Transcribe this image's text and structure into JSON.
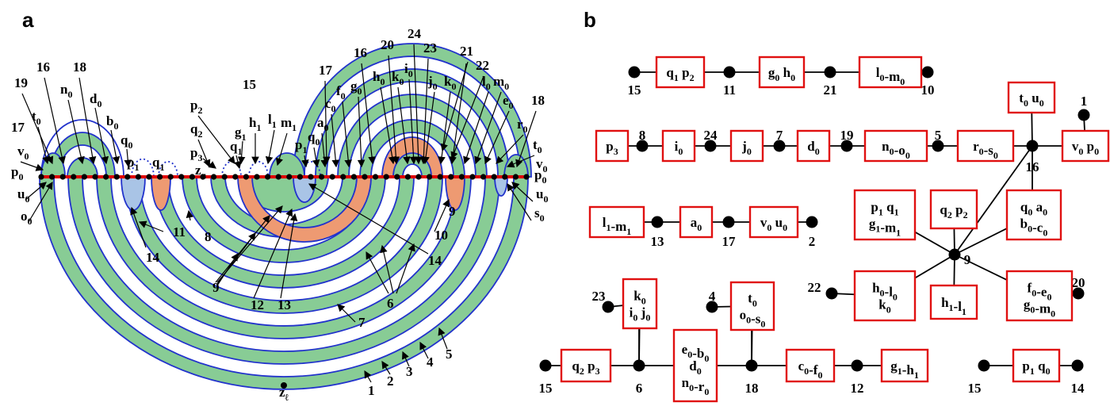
{
  "panels": [
    {
      "letter": "a"
    },
    {
      "letter": "b"
    }
  ],
  "colors": {
    "green": "#88cc95",
    "orange": "#ee9a72",
    "light_blue": "#a9c4e6",
    "arc_blue": "#2233cc",
    "axis_red": "#e00000",
    "box_red": "#e01010"
  },
  "panel_a": {
    "band_numbers": [
      "1",
      "2",
      "3",
      "4",
      "5",
      "6",
      "7",
      "8",
      "9",
      "10",
      "11",
      "12",
      "13",
      "14",
      "15",
      "16",
      "17",
      "18",
      "19",
      "20",
      "21",
      "22",
      "23",
      "24"
    ],
    "labels": [
      {
        "id": "19a",
        "main": "19"
      },
      {
        "id": "16a",
        "main": "16"
      },
      {
        "id": "18a",
        "main": "18"
      },
      {
        "id": "n0",
        "main": "n",
        "sub": "0"
      },
      {
        "id": "d0",
        "main": "d",
        "sub": "0"
      },
      {
        "id": "t0a",
        "main": "t",
        "sub": "0"
      },
      {
        "id": "b0",
        "main": "b",
        "sub": "0"
      },
      {
        "id": "q0a",
        "main": "q",
        "sub": "0"
      },
      {
        "id": "17a",
        "main": "17"
      },
      {
        "id": "v0a",
        "main": "v",
        "sub": "0"
      },
      {
        "id": "p0a",
        "main": "p",
        "sub": "0"
      },
      {
        "id": "u0a",
        "main": "u",
        "sub": "0"
      },
      {
        "id": "o0a",
        "main": "o",
        "sub": "0"
      },
      {
        "id": "p1a",
        "main": "p",
        "sub": "1"
      },
      {
        "id": "q1a",
        "main": "q",
        "sub": "1"
      },
      {
        "id": "p2",
        "main": "p",
        "sub": "2"
      },
      {
        "id": "q2",
        "main": "q",
        "sub": "2"
      },
      {
        "id": "p3",
        "main": "p",
        "sub": "3"
      },
      {
        "id": "zu",
        "main": "z",
        "sub": "u"
      },
      {
        "id": "15top",
        "main": "15"
      },
      {
        "id": "g1",
        "main": "g",
        "sub": "1"
      },
      {
        "id": "h1",
        "main": "h",
        "sub": "1"
      },
      {
        "id": "l1",
        "main": "l",
        "sub": "1"
      },
      {
        "id": "m1",
        "main": "m",
        "sub": "1"
      },
      {
        "id": "q1b",
        "main": "q",
        "sub": "1"
      },
      {
        "id": "p1b",
        "main": "p",
        "sub": "1"
      },
      {
        "id": "q0b",
        "main": "q",
        "sub": "0"
      },
      {
        "id": "a0",
        "main": "a",
        "sub": "0"
      },
      {
        "id": "c0",
        "main": "c",
        "sub": "0"
      },
      {
        "id": "f0",
        "main": "f",
        "sub": "0"
      },
      {
        "id": "g0",
        "main": "g",
        "sub": "0"
      },
      {
        "id": "h0",
        "main": "h",
        "sub": "0"
      },
      {
        "id": "k0",
        "main": "k",
        "sub": "0"
      },
      {
        "id": "i0",
        "main": "i",
        "sub": "0"
      },
      {
        "id": "j0",
        "main": "j",
        "sub": "0"
      },
      {
        "id": "k0b",
        "main": "k",
        "sub": "0"
      },
      {
        "id": "l0",
        "main": "l",
        "sub": "0"
      },
      {
        "id": "m0",
        "main": "m",
        "sub": "0"
      },
      {
        "id": "e0",
        "main": "e",
        "sub": "0"
      },
      {
        "id": "r0",
        "main": "r",
        "sub": "0"
      },
      {
        "id": "t0b",
        "main": "t",
        "sub": "0"
      },
      {
        "id": "v0b",
        "main": "v",
        "sub": "0"
      },
      {
        "id": "p0b",
        "main": "p",
        "sub": "0"
      },
      {
        "id": "u0b",
        "main": "u",
        "sub": "0"
      },
      {
        "id": "s0",
        "main": "s",
        "sub": "0"
      },
      {
        "id": "17b",
        "main": "17"
      },
      {
        "id": "16b",
        "main": "16"
      },
      {
        "id": "20",
        "main": "20"
      },
      {
        "id": "24",
        "main": "24"
      },
      {
        "id": "23",
        "main": "23"
      },
      {
        "id": "21",
        "main": "21"
      },
      {
        "id": "22",
        "main": "22"
      },
      {
        "id": "18b",
        "main": "18"
      },
      {
        "id": "14a",
        "main": "14"
      },
      {
        "id": "11",
        "main": "11"
      },
      {
        "id": "8",
        "main": "8"
      },
      {
        "id": "9a",
        "main": "9"
      },
      {
        "id": "12",
        "main": "12"
      },
      {
        "id": "13",
        "main": "13"
      },
      {
        "id": "14b",
        "main": "14"
      },
      {
        "id": "9b",
        "main": "9"
      },
      {
        "id": "10",
        "main": "10"
      },
      {
        "id": "6",
        "main": "6"
      },
      {
        "id": "7",
        "main": "7"
      },
      {
        "id": "1",
        "main": "1"
      },
      {
        "id": "2",
        "main": "2"
      },
      {
        "id": "3",
        "main": "3"
      },
      {
        "id": "4",
        "main": "4"
      },
      {
        "id": "5",
        "main": "5"
      },
      {
        "id": "zl",
        "main": "z",
        "sub": "ℓ"
      }
    ]
  },
  "panel_b": {
    "nodes": [
      {
        "id": "n15a",
        "label": "15"
      },
      {
        "id": "n11",
        "label": "11"
      },
      {
        "id": "n21",
        "label": "21"
      },
      {
        "id": "n10",
        "label": "10"
      },
      {
        "id": "n8",
        "label": "8"
      },
      {
        "id": "n24",
        "label": "24"
      },
      {
        "id": "n7",
        "label": "7"
      },
      {
        "id": "n19",
        "label": "19"
      },
      {
        "id": "n5",
        "label": "5"
      },
      {
        "id": "n16",
        "label": "16"
      },
      {
        "id": "n1",
        "label": "1"
      },
      {
        "id": "n13",
        "label": "13"
      },
      {
        "id": "n17",
        "label": "17"
      },
      {
        "id": "n2",
        "label": "2"
      },
      {
        "id": "n9",
        "label": "9"
      },
      {
        "id": "n22",
        "label": "22"
      },
      {
        "id": "n20",
        "label": "20"
      },
      {
        "id": "n23",
        "label": "23"
      },
      {
        "id": "n4",
        "label": "4"
      },
      {
        "id": "n15b",
        "label": "15"
      },
      {
        "id": "n6",
        "label": "6"
      },
      {
        "id": "n18",
        "label": "18"
      },
      {
        "id": "n12",
        "label": "12"
      },
      {
        "id": "n15c",
        "label": "15"
      },
      {
        "id": "n14",
        "label": "14"
      }
    ],
    "boxes": [
      {
        "id": "b1",
        "lines": [
          [
            [
              "q",
              "1"
            ],
            [
              "p",
              "2"
            ]
          ]
        ]
      },
      {
        "id": "b2",
        "lines": [
          [
            [
              "g",
              "0"
            ],
            [
              "h",
              "0"
            ]
          ]
        ]
      },
      {
        "id": "b3",
        "lines": [
          [
            [
              "l",
              "0"
            ],
            [
              "-m",
              "0"
            ]
          ]
        ]
      },
      {
        "id": "b4",
        "lines": [
          [
            [
              "p",
              "3"
            ]
          ]
        ]
      },
      {
        "id": "b5",
        "lines": [
          [
            [
              "i",
              "0"
            ]
          ]
        ]
      },
      {
        "id": "b6",
        "lines": [
          [
            [
              "j",
              "0"
            ]
          ]
        ]
      },
      {
        "id": "b7",
        "lines": [
          [
            [
              "d",
              "0"
            ]
          ]
        ]
      },
      {
        "id": "b8",
        "lines": [
          [
            [
              "n",
              "0"
            ],
            [
              "-o",
              "0"
            ]
          ]
        ]
      },
      {
        "id": "b9",
        "lines": [
          [
            [
              "r",
              "0"
            ],
            [
              "-s",
              "0"
            ]
          ]
        ]
      },
      {
        "id": "b10",
        "lines": [
          [
            [
              "t",
              "0"
            ],
            [
              "u",
              "0"
            ]
          ]
        ]
      },
      {
        "id": "b11",
        "lines": [
          [
            [
              "v",
              "0"
            ],
            [
              "p",
              "0"
            ]
          ]
        ]
      },
      {
        "id": "b12",
        "lines": [
          [
            [
              "l",
              "1"
            ],
            [
              "-m",
              "1"
            ]
          ]
        ]
      },
      {
        "id": "b13",
        "lines": [
          [
            [
              "a",
              "0"
            ]
          ]
        ]
      },
      {
        "id": "b14",
        "lines": [
          [
            [
              "v",
              "0"
            ],
            [
              "u",
              "0"
            ]
          ]
        ]
      },
      {
        "id": "b15",
        "lines": [
          [
            [
              "p",
              "1"
            ],
            [
              "q",
              "1"
            ]
          ],
          [
            [
              "g",
              "1"
            ],
            [
              "-m",
              "1"
            ]
          ]
        ]
      },
      {
        "id": "b16",
        "lines": [
          [
            [
              "q",
              "2"
            ],
            [
              "p",
              "2"
            ]
          ]
        ]
      },
      {
        "id": "b17",
        "lines": [
          [
            [
              "q",
              "0"
            ],
            [
              "a",
              "0"
            ]
          ],
          [
            [
              "b",
              "0"
            ],
            [
              "-c",
              "0"
            ]
          ]
        ]
      },
      {
        "id": "b18",
        "lines": [
          [
            [
              "h",
              "0"
            ],
            [
              "-l",
              "0"
            ]
          ],
          [
            [
              "k",
              "0"
            ]
          ]
        ]
      },
      {
        "id": "b19",
        "lines": [
          [
            [
              "h",
              "1"
            ],
            [
              "-l",
              "1"
            ]
          ]
        ]
      },
      {
        "id": "b20",
        "lines": [
          [
            [
              "f",
              "0"
            ],
            [
              "-e",
              "0"
            ]
          ],
          [
            [
              "g",
              "0"
            ],
            [
              "-m",
              "0"
            ]
          ]
        ]
      },
      {
        "id": "b21",
        "lines": [
          [
            [
              "k",
              "0"
            ]
          ],
          [
            [
              "i",
              "0"
            ],
            [
              "j",
              "0"
            ]
          ]
        ]
      },
      {
        "id": "b22",
        "lines": [
          [
            [
              "t",
              "0"
            ]
          ],
          [
            [
              "o",
              "0"
            ],
            [
              "-s",
              "0"
            ]
          ]
        ]
      },
      {
        "id": "b23",
        "lines": [
          [
            [
              "q",
              "2"
            ],
            [
              "p",
              "3"
            ]
          ]
        ]
      },
      {
        "id": "b24",
        "lines": [
          [
            [
              "e",
              "0"
            ],
            [
              "-b",
              "0"
            ]
          ],
          [
            [
              "d",
              "0"
            ]
          ],
          [
            [
              "n",
              "0"
            ],
            [
              "-r",
              "0"
            ]
          ]
        ]
      },
      {
        "id": "b25",
        "lines": [
          [
            [
              "c",
              "0"
            ],
            [
              "-f",
              "0"
            ]
          ]
        ]
      },
      {
        "id": "b26",
        "lines": [
          [
            [
              "g",
              "1"
            ],
            [
              "-h",
              "1"
            ]
          ]
        ]
      },
      {
        "id": "b27",
        "lines": [
          [
            [
              "p",
              "1"
            ],
            [
              "q",
              "0"
            ]
          ]
        ]
      }
    ]
  }
}
